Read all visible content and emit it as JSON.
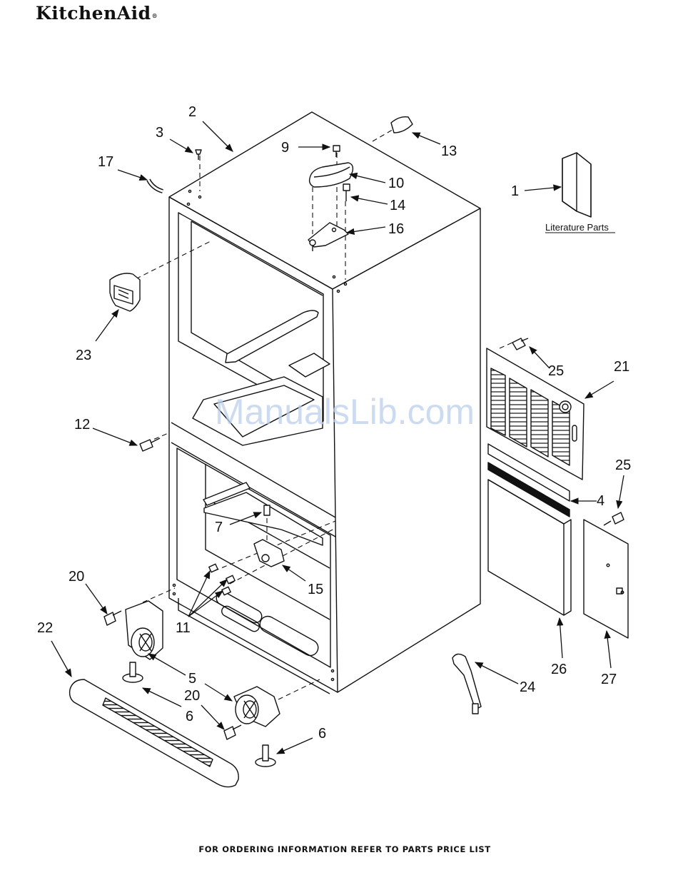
{
  "brand": {
    "logo_text": "KitchenAid",
    "registered_mark": "®"
  },
  "watermark_text": "ManualsLib.com",
  "footer_note": "FOR ORDERING INFORMATION REFER TO PARTS PRICE LIST",
  "literature_label": "Literature Parts",
  "callouts": {
    "c1": "1",
    "c2": "2",
    "c3": "3",
    "c4": "4",
    "c5": "5",
    "c6a": "6",
    "c6b": "6",
    "c7": "7",
    "c9": "9",
    "c10": "10",
    "c11": "11",
    "c12": "12",
    "c13": "13",
    "c14": "14",
    "c15": "15",
    "c16": "16",
    "c17": "17",
    "c20a": "20",
    "c20b": "20",
    "c21": "21",
    "c22": "22",
    "c23": "23",
    "c24": "24",
    "c25a": "25",
    "c25b": "25",
    "c26": "26",
    "c27": "27"
  },
  "colors": {
    "line": "#111111",
    "watermark": "#bcd0ec",
    "background": "#ffffff"
  }
}
